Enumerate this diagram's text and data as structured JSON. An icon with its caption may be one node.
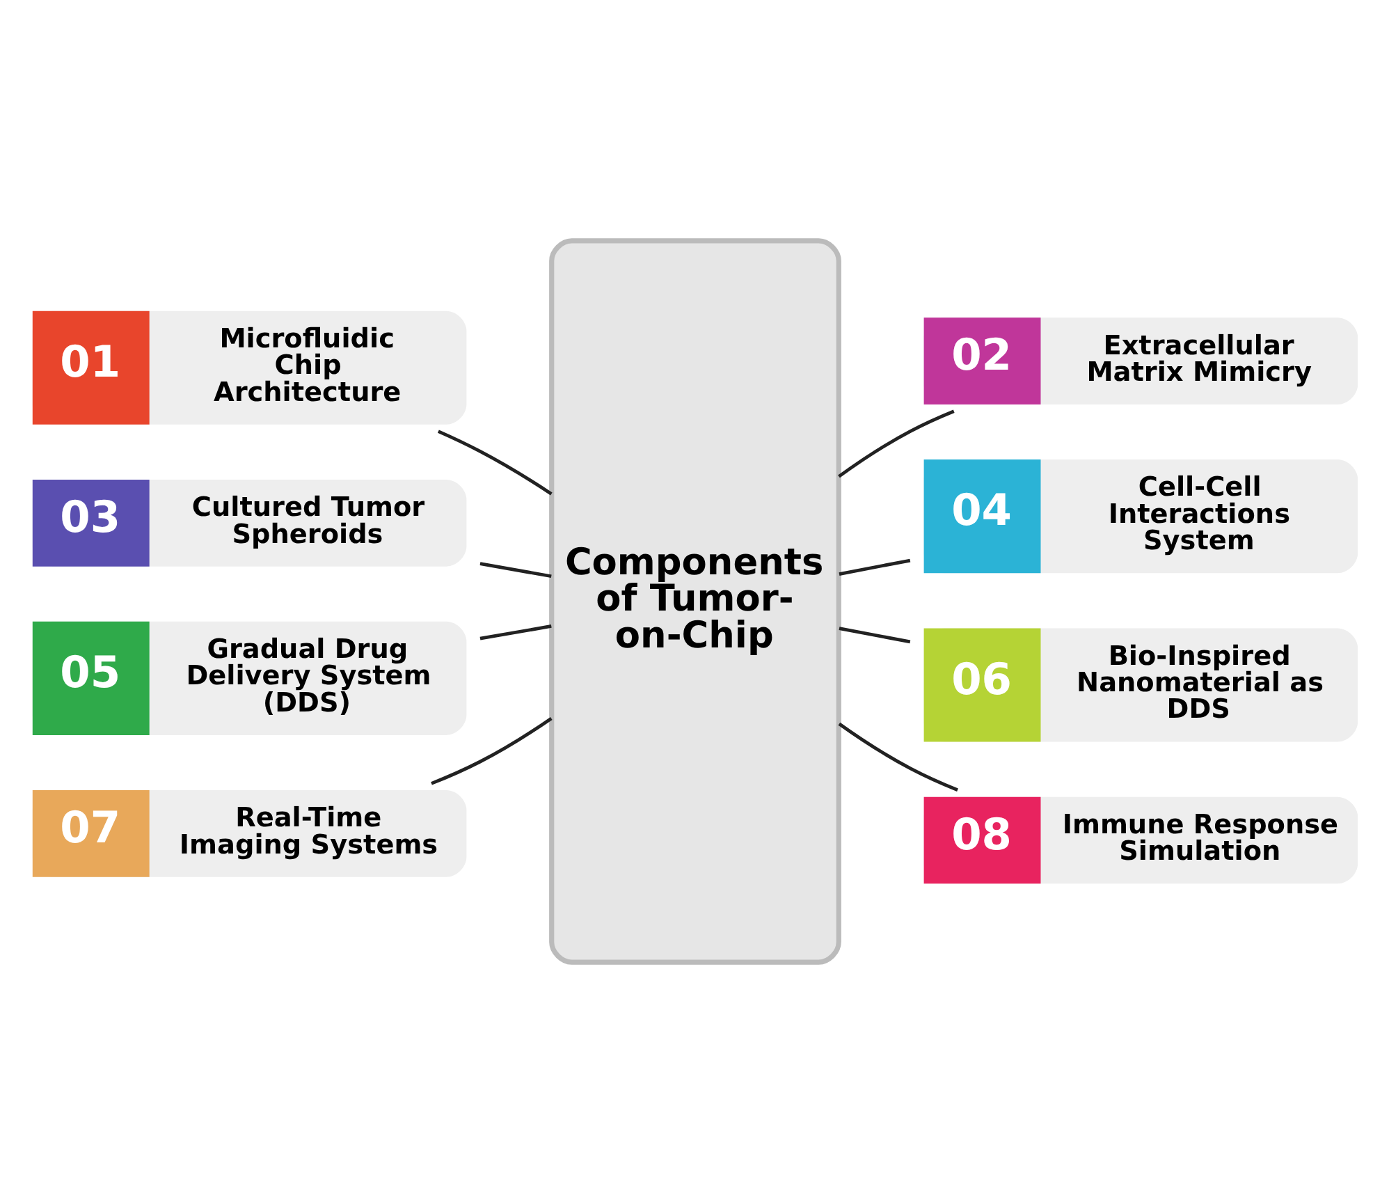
{
  "diagram": {
    "nodes": [
      {
        "text": [
          "Components of Tumor-on-Chip"
        ]
      },
      {
        "text": [
          "01",
          "Microfluidic Chip Architecture"
        ]
      },
      {
        "text": [
          "02",
          "Extracellular Matrix Mimicry"
        ]
      },
      {
        "text": [
          "03",
          "Cultured Tumor Spheroids"
        ]
      },
      {
        "text": [
          "04",
          "Cell-Cell Interactions System"
        ]
      },
      {
        "text": [
          "05",
          "Gradual Drug Delivery System (DDS)"
        ]
      },
      {
        "text": [
          "06",
          "Bio-Inspired Nanomaterial as DDS"
        ]
      },
      {
        "text": [
          "07",
          "Real-Time Imaging Systems"
        ]
      },
      {
        "text": [
          "08",
          "Immune Response Simulation"
        ]
      }
    ],
    "edges": [
      {
        "from": 1,
        "to": 0,
        "arrow": "none"
      },
      {
        "from": 0,
        "to": 2,
        "arrow": "none"
      },
      {
        "from": 3,
        "to": 0,
        "arrow": "none"
      },
      {
        "from": 0,
        "to": 4,
        "arrow": "none"
      },
      {
        "from": 5,
        "to": 0,
        "arrow": "none"
      },
      {
        "from": 0,
        "to": 6,
        "arrow": "none"
      },
      {
        "from": 7,
        "to": 0,
        "arrow": "none"
      },
      {
        "from": 0,
        "to": 8,
        "arrow": "none"
      }
    ]
  }
}
